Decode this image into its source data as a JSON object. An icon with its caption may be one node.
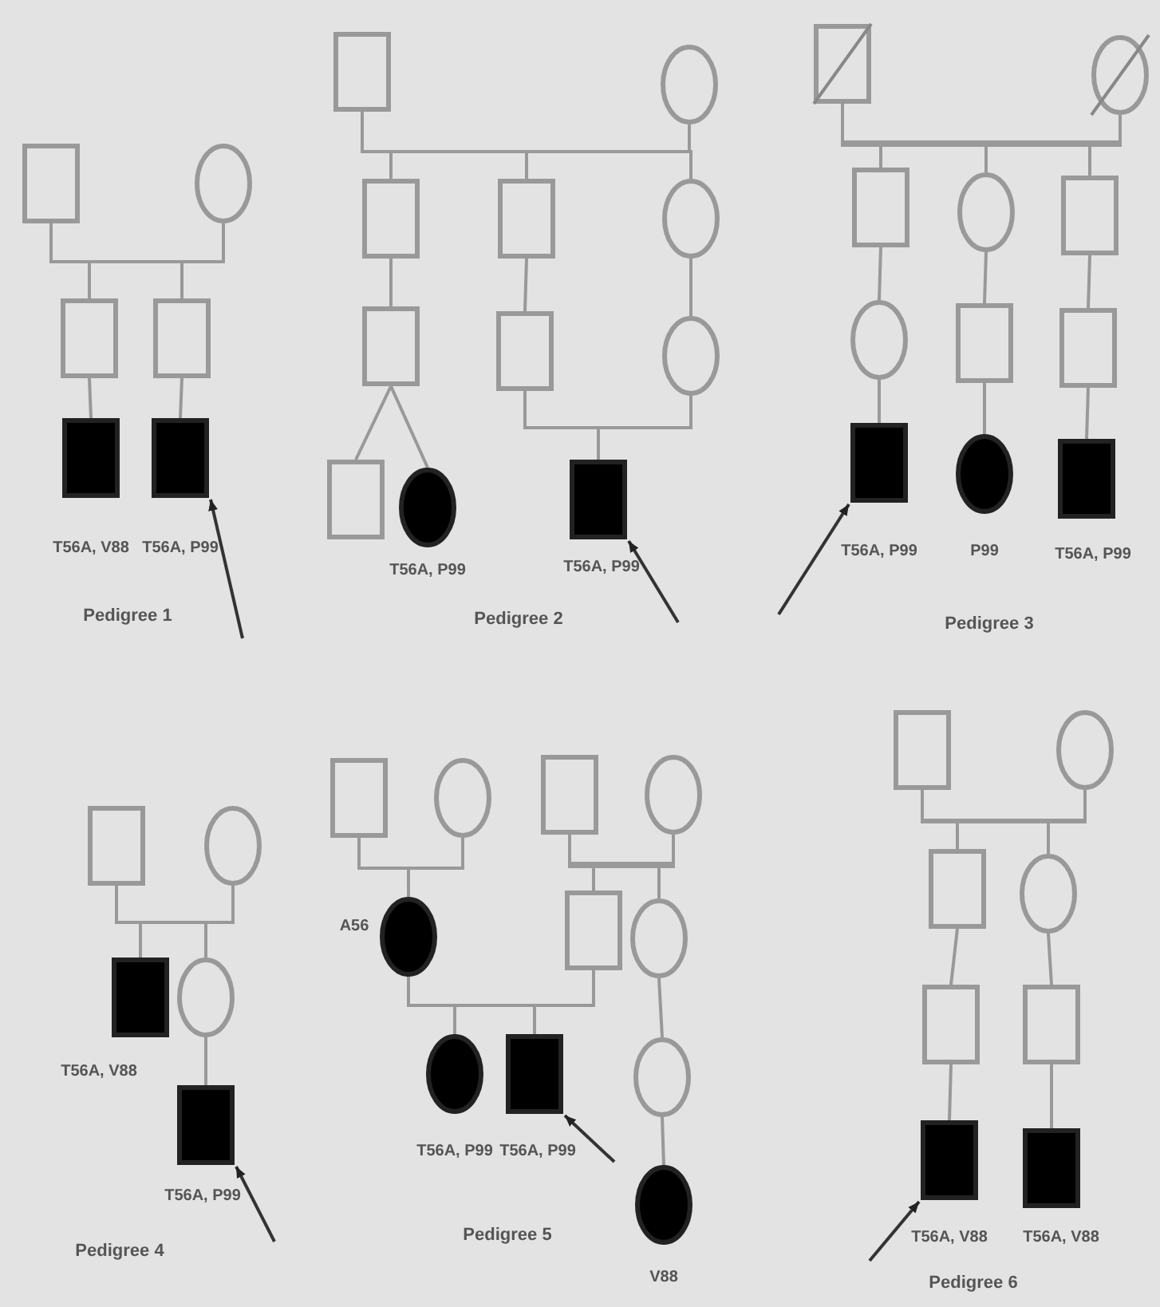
{
  "diagram": {
    "nodes": [
      {
        "text": [],
        "shape": "box"
      },
      {
        "text": [],
        "shape": "circle"
      },
      {
        "text": [],
        "shape": "box"
      },
      {
        "text": [],
        "shape": "box"
      },
      {
        "text": [],
        "shape": "box",
        "beside": [
          "T56A, V88"
        ]
      },
      {
        "text": [],
        "shape": "box",
        "beside": [
          "T56A, P99"
        ]
      },
      {
        "text": [],
        "shape": "box"
      },
      {
        "text": [],
        "shape": "circle"
      },
      {
        "text": [],
        "shape": "box"
      },
      {
        "text": [],
        "shape": "box"
      },
      {
        "text": [],
        "shape": "circle"
      },
      {
        "text": [],
        "shape": "box"
      },
      {
        "text": [],
        "shape": "box"
      },
      {
        "text": [],
        "shape": "circle"
      },
      {
        "text": [],
        "shape": "box"
      },
      {
        "text": [],
        "shape": "circle",
        "beside": [
          "T56A, P99"
        ]
      },
      {
        "text": [],
        "shape": "box",
        "beside": [
          "T56A, P99"
        ]
      },
      {
        "text": [],
        "shape": "box"
      },
      {
        "text": [],
        "shape": "circle"
      },
      {
        "text": [],
        "shape": "box"
      },
      {
        "text": [],
        "shape": "circle"
      },
      {
        "text": [],
        "shape": "box"
      },
      {
        "text": [],
        "shape": "circle"
      },
      {
        "text": [],
        "shape": "box"
      },
      {
        "text": [],
        "shape": "box"
      },
      {
        "text": [],
        "shape": "box",
        "beside": [
          "T56A, P99"
        ]
      },
      {
        "text": [],
        "shape": "circle",
        "beside": [
          "P99"
        ]
      },
      {
        "text": [],
        "shape": "box",
        "beside": [
          "T56A, P99"
        ]
      },
      {
        "text": [],
        "shape": "box"
      },
      {
        "text": [],
        "shape": "circle"
      },
      {
        "text": [],
        "shape": "box",
        "beside": [
          "T56A, V88"
        ]
      },
      {
        "text": [],
        "shape": "circle"
      },
      {
        "text": [],
        "shape": "box",
        "beside": [
          "T56A, P99"
        ]
      },
      {
        "text": [],
        "shape": "box"
      },
      {
        "text": [],
        "shape": "circle"
      },
      {
        "text": [],
        "shape": "box"
      },
      {
        "text": [],
        "shape": "circle"
      },
      {
        "text": [],
        "shape": "circle",
        "beside": [
          "A56"
        ]
      },
      {
        "text": [],
        "shape": "box"
      },
      {
        "text": [],
        "shape": "circle"
      },
      {
        "text": [],
        "shape": "circle",
        "beside": [
          "T56A, P99"
        ]
      },
      {
        "text": [],
        "shape": "box",
        "beside": [
          "T56A, P99"
        ]
      },
      {
        "text": [],
        "shape": "circle"
      },
      {
        "text": [],
        "shape": "circle",
        "beside": [
          "V88"
        ]
      },
      {
        "text": [],
        "shape": "box"
      },
      {
        "text": [],
        "shape": "circle"
      },
      {
        "text": [],
        "shape": "box"
      },
      {
        "text": [],
        "shape": "circle"
      },
      {
        "text": [],
        "shape": "box"
      },
      {
        "text": [],
        "shape": "box"
      },
      {
        "text": [],
        "shape": "box",
        "beside": [
          "T56A, V88"
        ]
      },
      {
        "text": [],
        "shape": "box",
        "beside": [
          "T56A, V88"
        ]
      }
    ],
    "edges": [
      {
        "from": 0,
        "to": 2,
        "arrow": "none"
      },
      {
        "from": 1,
        "to": 2,
        "arrow": "none"
      },
      {
        "from": 0,
        "to": 3,
        "arrow": "none"
      },
      {
        "from": 1,
        "to": 3,
        "arrow": "none"
      },
      {
        "from": 2,
        "to": 4,
        "arrow": "none"
      },
      {
        "from": 3,
        "to": 5,
        "arrow": "none"
      },
      {
        "from": null,
        "to": 5,
        "arrow": "to",
        "color": "#333333"
      },
      {
        "from": 6,
        "to": 8,
        "arrow": "none"
      },
      {
        "from": 7,
        "to": 8,
        "arrow": "none"
      },
      {
        "from": 6,
        "to": 9,
        "arrow": "none"
      },
      {
        "from": 7,
        "to": 9,
        "arrow": "none"
      },
      {
        "from": 6,
        "to": 10,
        "arrow": "none"
      },
      {
        "from": 7,
        "to": 10,
        "arrow": "none"
      },
      {
        "from": 8,
        "to": 11,
        "arrow": "none"
      },
      {
        "from": 9,
        "to": 12,
        "arrow": "none"
      },
      {
        "from": 10,
        "to": 13,
        "arrow": "none"
      },
      {
        "from": 11,
        "to": 14,
        "arrow": "none"
      },
      {
        "from": 11,
        "to": 15,
        "arrow": "none"
      },
      {
        "from": 12,
        "to": 16,
        "arrow": "none"
      },
      {
        "from": 13,
        "to": 16,
        "arrow": "none"
      },
      {
        "from": null,
        "to": 16,
        "arrow": "to",
        "color": "#333333"
      },
      {
        "from": 17,
        "to": 19,
        "arrow": "none"
      },
      {
        "from": 18,
        "to": 19,
        "arrow": "none"
      },
      {
        "from": 17,
        "to": 20,
        "arrow": "none"
      },
      {
        "from": 18,
        "to": 20,
        "arrow": "none"
      },
      {
        "from": 17,
        "to": 21,
        "arrow": "none"
      },
      {
        "from": 18,
        "to": 21,
        "arrow": "none"
      },
      {
        "from": 19,
        "to": 22,
        "arrow": "none"
      },
      {
        "from": 20,
        "to": 23,
        "arrow": "none"
      },
      {
        "from": 21,
        "to": 24,
        "arrow": "none"
      },
      {
        "from": 22,
        "to": 25,
        "arrow": "none"
      },
      {
        "from": 23,
        "to": 26,
        "arrow": "none"
      },
      {
        "from": 24,
        "to": 27,
        "arrow": "none"
      },
      {
        "from": null,
        "to": 25,
        "arrow": "to",
        "color": "#333333"
      },
      {
        "from": 28,
        "to": 30,
        "arrow": "none"
      },
      {
        "from": 29,
        "to": 30,
        "arrow": "none"
      },
      {
        "from": 28,
        "to": 31,
        "arrow": "none"
      },
      {
        "from": 29,
        "to": 31,
        "arrow": "none"
      },
      {
        "from": 31,
        "to": 32,
        "arrow": "none"
      },
      {
        "from": null,
        "to": 32,
        "arrow": "to",
        "color": "#333333"
      },
      {
        "from": 33,
        "to": 37,
        "arrow": "none"
      },
      {
        "from": 34,
        "to": 37,
        "arrow": "none"
      },
      {
        "from": 35,
        "to": 38,
        "arrow": "none"
      },
      {
        "from": 36,
        "to": 38,
        "arrow": "none"
      },
      {
        "from": 35,
        "to": 39,
        "arrow": "none"
      },
      {
        "from": 36,
        "to": 39,
        "arrow": "none"
      },
      {
        "from": 37,
        "to": 40,
        "arrow": "none"
      },
      {
        "from": 38,
        "to": 40,
        "arrow": "none"
      },
      {
        "from": 37,
        "to": 41,
        "arrow": "none"
      },
      {
        "from": 38,
        "to": 41,
        "arrow": "none"
      },
      {
        "from": 39,
        "to": 42,
        "arrow": "none"
      },
      {
        "from": 42,
        "to": 43,
        "arrow": "none"
      },
      {
        "from": null,
        "to": 41,
        "arrow": "to",
        "color": "#333333"
      },
      {
        "from": 44,
        "to": 46,
        "arrow": "none"
      },
      {
        "from": 45,
        "to": 46,
        "arrow": "none"
      },
      {
        "from": 44,
        "to": 47,
        "arrow": "none"
      },
      {
        "from": 45,
        "to": 47,
        "arrow": "none"
      },
      {
        "from": 46,
        "to": 48,
        "arrow": "none"
      },
      {
        "from": 47,
        "to": 49,
        "arrow": "none"
      },
      {
        "from": 48,
        "to": 50,
        "arrow": "none"
      },
      {
        "from": 49,
        "to": 51,
        "arrow": "none"
      },
      {
        "from": null,
        "to": 50,
        "arrow": "to",
        "color": "#333333"
      }
    ],
    "labels": [
      "Pedigree 1",
      "Pedigree 2",
      "Pedigree 3",
      "Pedigree 4",
      "Pedigree 5",
      "Pedigree 6"
    ]
  }
}
